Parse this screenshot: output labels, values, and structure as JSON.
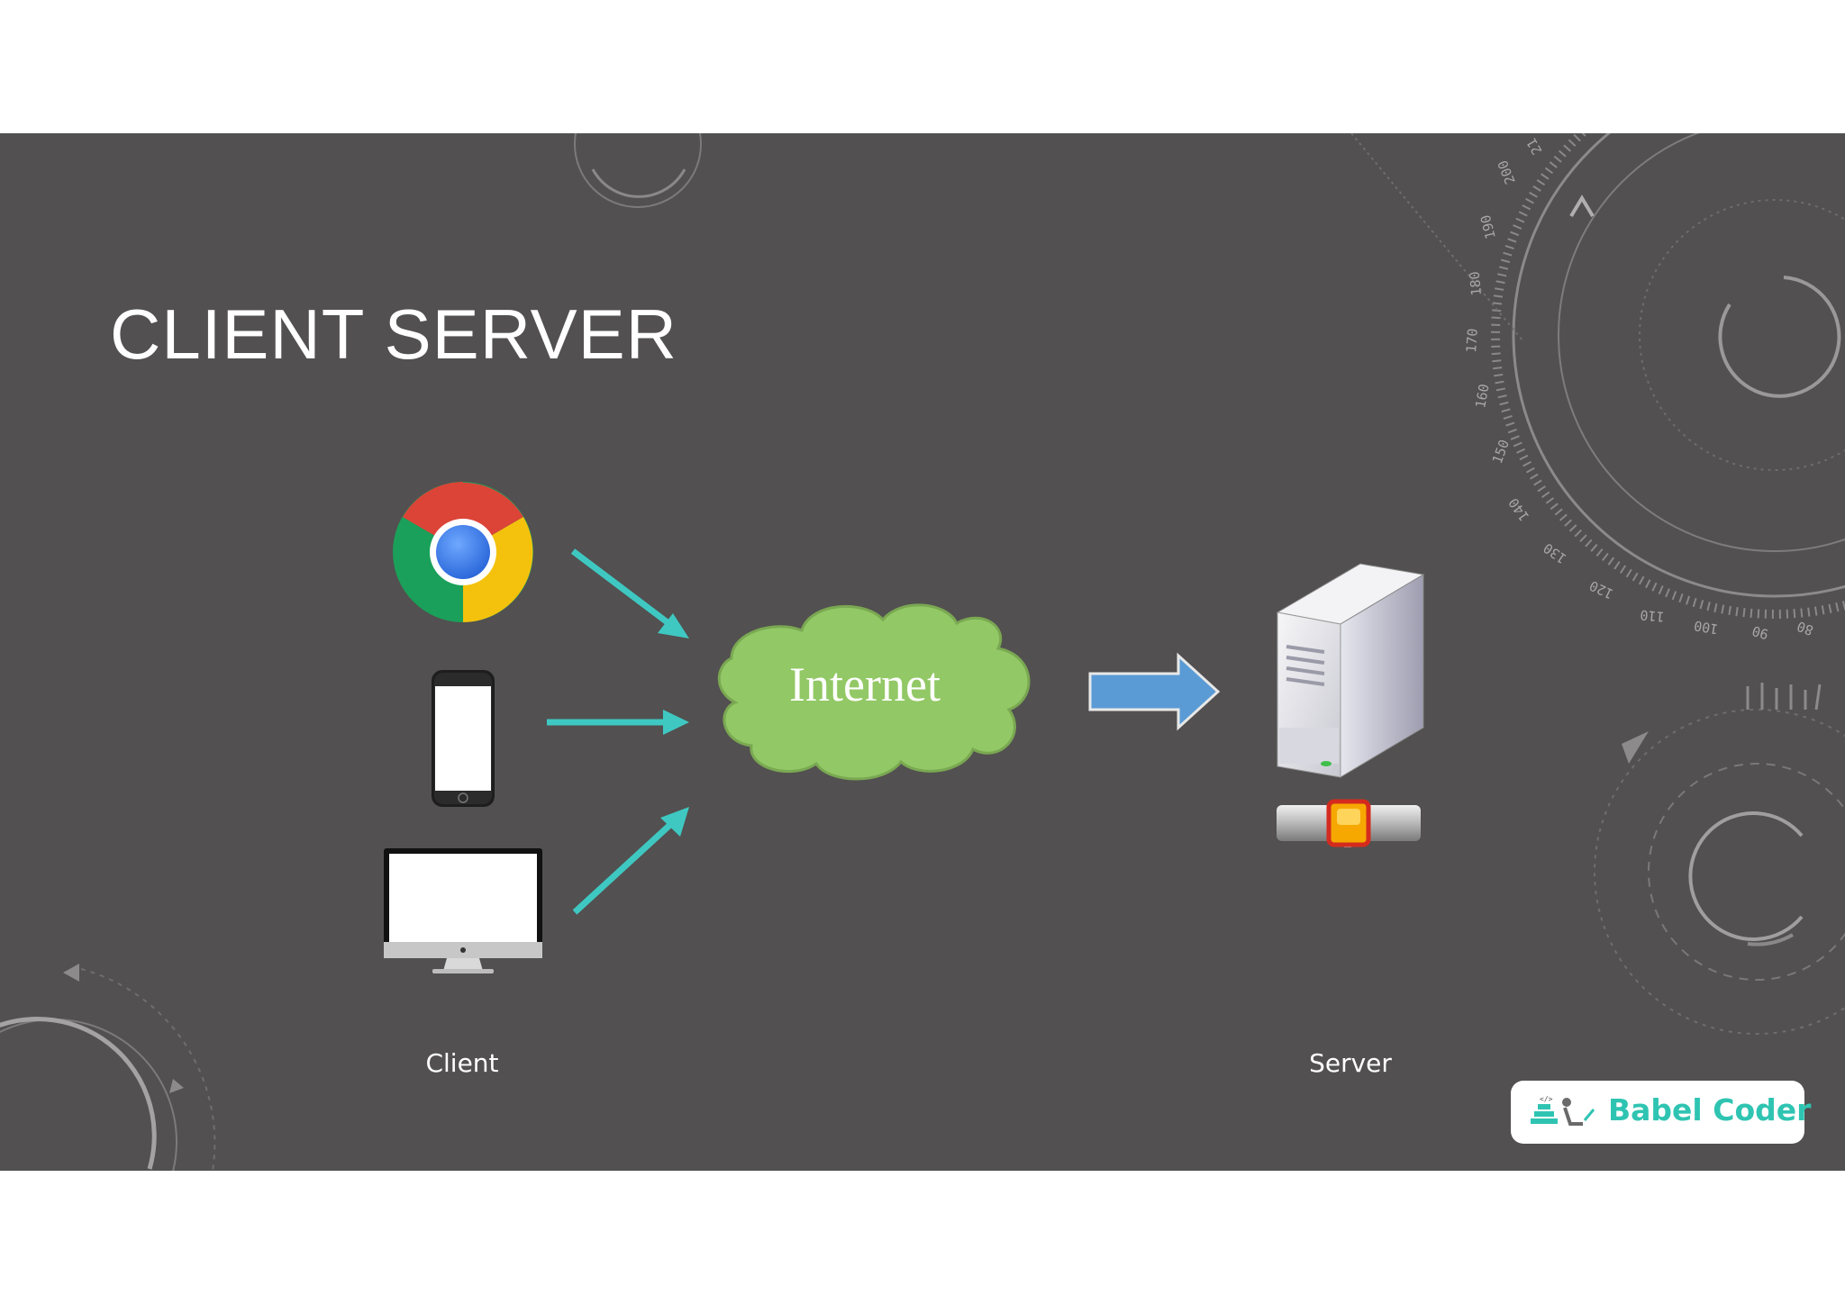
{
  "slide": {
    "title": "CLIENT SERVER"
  },
  "diagram": {
    "cloud_label": "Internet",
    "client_caption": "Client",
    "server_caption": "Server",
    "client_devices": [
      "chrome-browser",
      "smartphone",
      "desktop-monitor"
    ]
  },
  "brand": {
    "name": "Babel Coder"
  },
  "scale_ticks": [
    "80",
    "90",
    "100",
    "110",
    "120",
    "130",
    "140",
    "150",
    "160",
    "170",
    "180",
    "190",
    "200",
    "21"
  ],
  "colors": {
    "background": "#525050",
    "arrow_teal": "#3fc8c2",
    "cloud_green": "#92c865",
    "server_arrow_blue": "#5b9bd5",
    "brand_teal": "#2fc4b2"
  }
}
